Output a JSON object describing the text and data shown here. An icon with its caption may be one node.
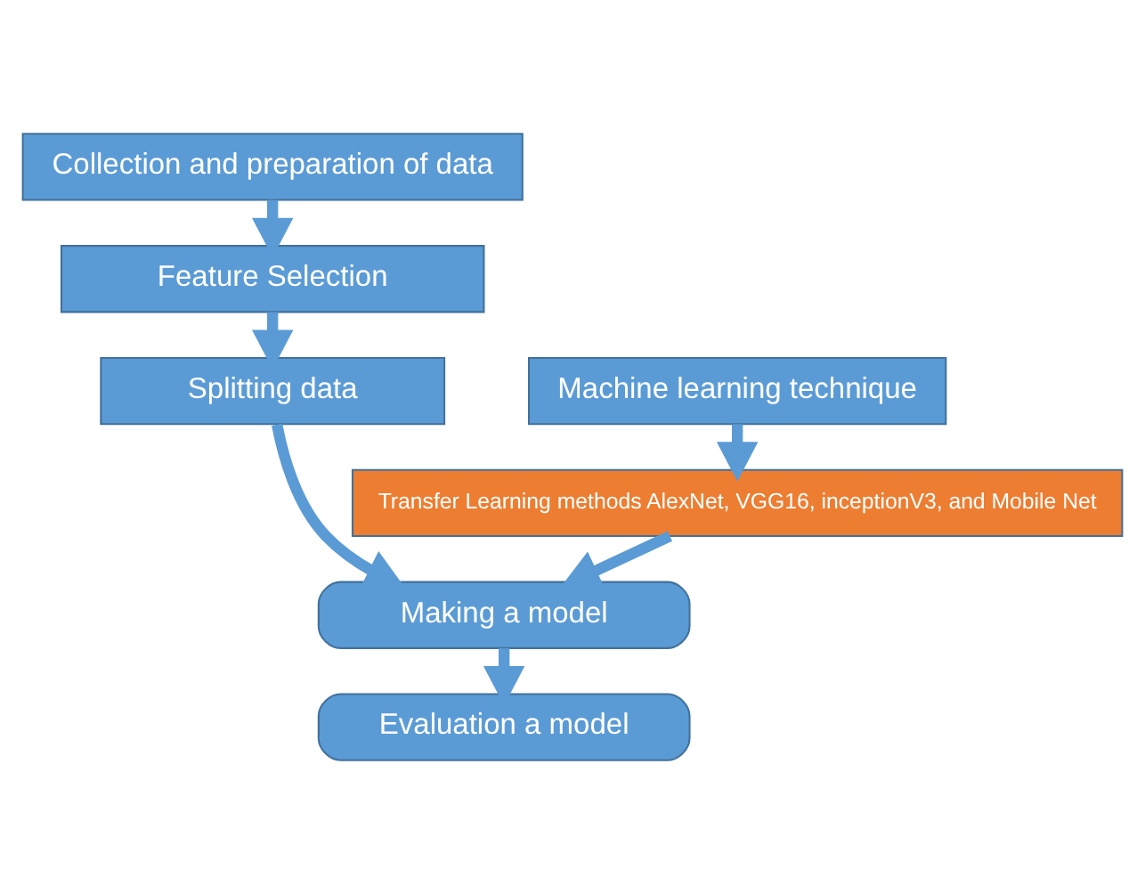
{
  "diagram": {
    "nodes": [
      {
        "text": [
          "Collection and preparation of data"
        ]
      },
      {
        "text": [
          "Feature Selection"
        ]
      },
      {
        "text": [
          "Splitting data"
        ]
      },
      {
        "text": [
          "Machine learning technique"
        ]
      },
      {
        "text": [
          "Transfer Learning methods AlexNet, VGG16, inceptionV3, and Mobile Net"
        ]
      },
      {
        "text": [
          "Making a model"
        ]
      },
      {
        "text": [
          "Evaluation a model"
        ]
      }
    ],
    "edges": [
      {
        "from": 0,
        "to": 1,
        "arrow": "to"
      },
      {
        "from": 1,
        "to": 2,
        "arrow": "to"
      },
      {
        "from": 2,
        "to": 5,
        "arrow": "to"
      },
      {
        "from": 3,
        "to": 4,
        "arrow": "to"
      },
      {
        "from": 4,
        "to": 5,
        "arrow": "to"
      },
      {
        "from": 5,
        "to": 6,
        "arrow": "to"
      }
    ]
  }
}
